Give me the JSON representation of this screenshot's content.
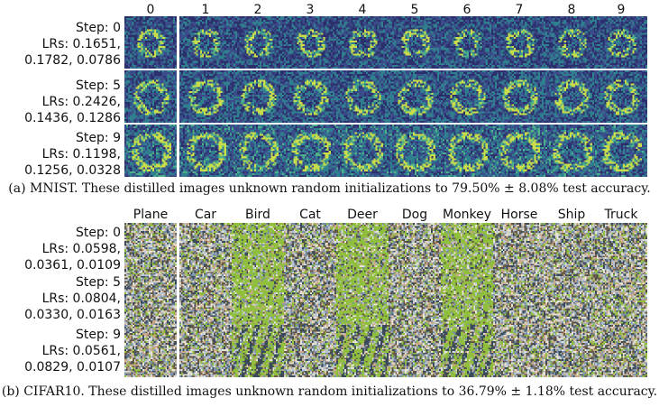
{
  "mnist": {
    "column_headers": [
      "0",
      "1",
      "2",
      "3",
      "4",
      "5",
      "6",
      "7",
      "8",
      "9"
    ],
    "rows": [
      {
        "step": "Step: 0",
        "lrs_line1": "LRs: 0.1651,",
        "lrs_line2": "0.1782, 0.0786"
      },
      {
        "step": "Step: 5",
        "lrs_line1": "LRs: 0.2426,",
        "lrs_line2": "0.1436, 0.1286"
      },
      {
        "step": "Step: 9",
        "lrs_line1": "LRs: 0.1198,",
        "lrs_line2": "0.1256, 0.0328"
      }
    ],
    "caption": "(a) MNIST. These distilled images unknown random initializations to 79.50% ± 8.08% test accuracy.",
    "palette": [
      "#2b2f6b",
      "#3b4c8a",
      "#2f7f8e",
      "#4fb08a",
      "#c9dc4a"
    ]
  },
  "cifar": {
    "column_headers": [
      "Plane",
      "Car",
      "Bird",
      "Cat",
      "Deer",
      "Dog",
      "Monkey",
      "Horse",
      "Ship",
      "Truck"
    ],
    "rows": [
      {
        "step": "Step: 0",
        "lrs_line1": "LRs: 0.0598,",
        "lrs_line2": "0.0361, 0.0109"
      },
      {
        "step": "Step: 5",
        "lrs_line1": "LRs: 0.0804,",
        "lrs_line2": "0.0330, 0.0163"
      },
      {
        "step": "Step: 9",
        "lrs_line1": "LRs: 0.0561,",
        "lrs_line2": "0.0829, 0.0107"
      }
    ],
    "caption": "(b) CIFAR10. These distilled images unknown random initializations to 36.79% ± 1.18% test accuracy.",
    "palette": [
      "#3a4a5a",
      "#7a8fa8",
      "#b7c3cf",
      "#8fbf3c",
      "#6b5a44",
      "#c9a98a",
      "#e6e2d6"
    ]
  }
}
